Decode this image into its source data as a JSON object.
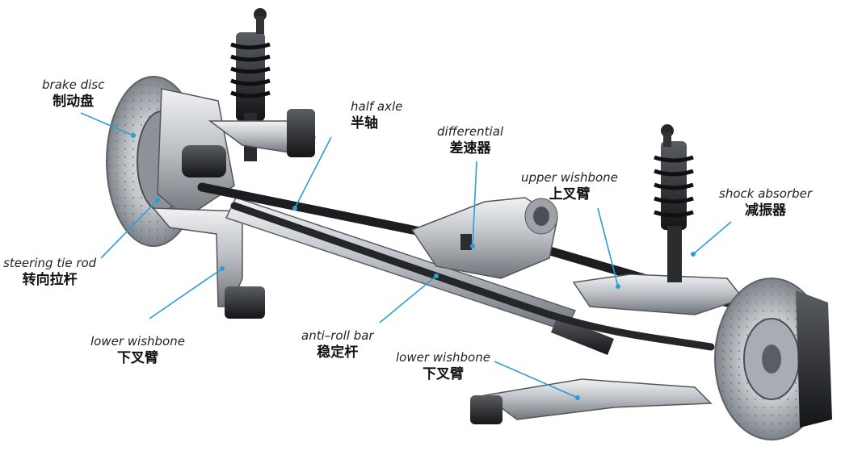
{
  "labels": {
    "brake_disc": {
      "en": "brake disc",
      "zh": "制动盘"
    },
    "half_axle": {
      "en": "half axle",
      "zh": "半轴"
    },
    "differential": {
      "en": "differential",
      "zh": "差速器"
    },
    "upper_wishbone": {
      "en": "upper wishbone",
      "zh": "上叉臂"
    },
    "shock_absorber": {
      "en": "shock absorber",
      "zh": "减振器"
    },
    "steering_tie_rod": {
      "en": "steering tie rod",
      "zh": "转向拉杆"
    },
    "lower_wishbone_left": {
      "en": "lower wishbone",
      "zh": "下叉臂"
    },
    "anti_roll_bar": {
      "en": "anti–roll bar",
      "zh": "稳定杆"
    },
    "lower_wishbone_right": {
      "en": "lower wishbone",
      "zh": "下叉臂"
    }
  },
  "colors": {
    "leader_line": "#2a9fd6",
    "metal_light": "#c9ccd0",
    "metal_dark": "#4a4d52",
    "rubber": "#1b1c1e"
  }
}
